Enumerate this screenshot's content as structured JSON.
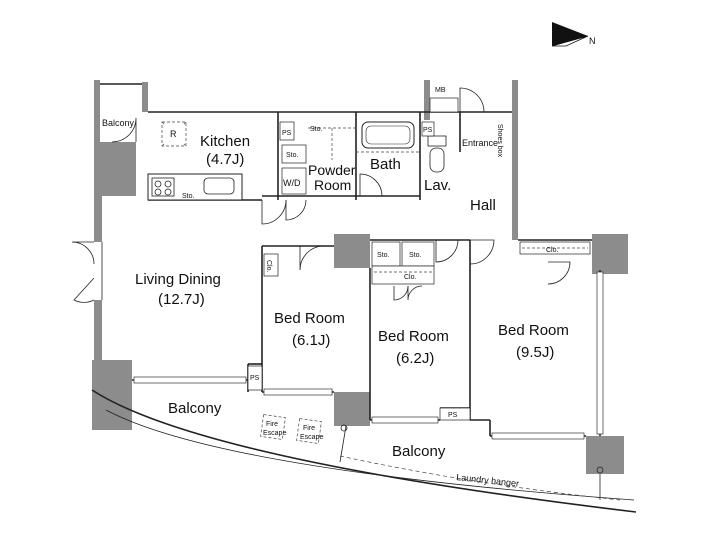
{
  "compass": {
    "label": "N"
  },
  "rooms": {
    "balcony_top": "Balcony",
    "kitchen": "Kitchen",
    "kitchen_size": "(4.7J)",
    "living": "Living Dining",
    "living_size": "(12.7J)",
    "powder1": "Powder",
    "powder2": "Room",
    "bath": "Bath",
    "lav": "Lav.",
    "hall": "Hall",
    "entrance": "Entrance",
    "shoes": "Shoes box",
    "bed1": "Bed Room",
    "bed1_size": "(6.1J)",
    "bed2": "Bed Room",
    "bed2_size": "(6.2J)",
    "bed3": "Bed Room",
    "bed3_size": "(9.5J)",
    "balcony_left": "Balcony",
    "balcony_bottom": "Balcony",
    "laundry": "Laundry hanger"
  },
  "marks": {
    "mb": "MB",
    "ps": "PS",
    "sto": "Sto.",
    "clo": "Clo.",
    "wd": "W/D",
    "r": "R",
    "fire1": "Fire",
    "fire2": "Escape"
  }
}
